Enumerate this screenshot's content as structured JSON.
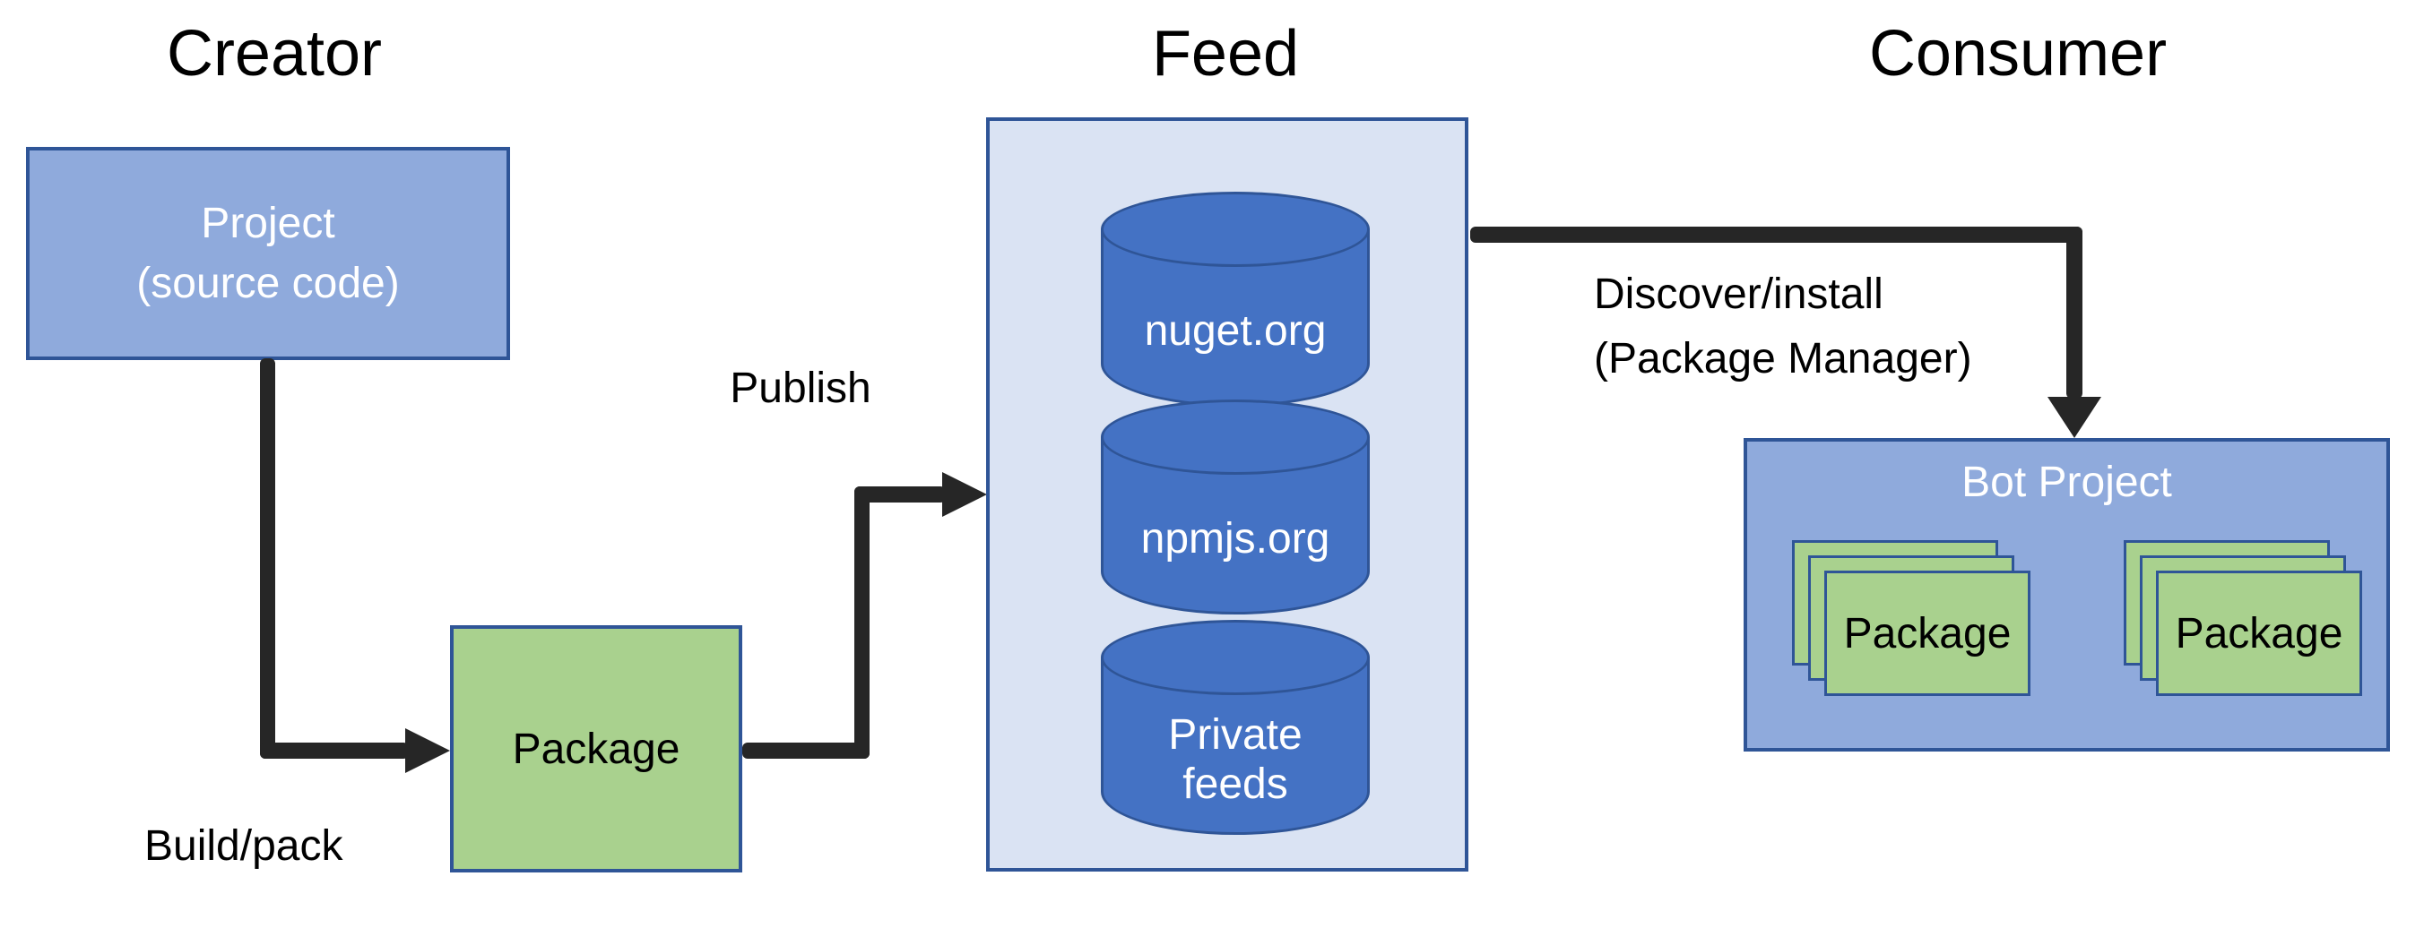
{
  "titles": {
    "creator": "Creator",
    "feed": "Feed",
    "consumer": "Consumer"
  },
  "creator": {
    "project_box": {
      "line1": "Project",
      "line2": "(source code)"
    },
    "build_pack_label": "Build/pack",
    "package_box_label": "Package",
    "publish_label": "Publish"
  },
  "feed": {
    "cylinders": [
      {
        "label": "nuget.org"
      },
      {
        "label": "npmjs.org"
      },
      {
        "label": "Private feeds"
      }
    ]
  },
  "consumer": {
    "discover_line1": "Discover/install",
    "discover_line2": "(Package Manager)",
    "bot_project_title": "Bot Project",
    "stacks": [
      {
        "label": "Package"
      },
      {
        "label": "Package"
      }
    ]
  },
  "colors": {
    "box_blue": "#8FAADC",
    "green": "#A9D18E",
    "feed_background": "#DAE3F3",
    "cylinder_blue": "#4472C4",
    "border_navy": "#2F5597",
    "arrow_black": "#262626"
  }
}
